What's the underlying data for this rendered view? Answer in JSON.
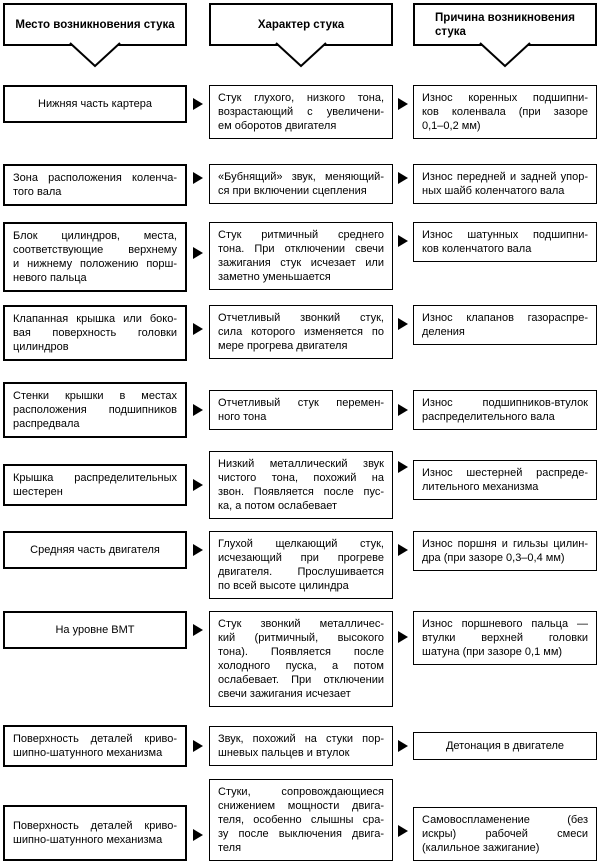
{
  "colors": {
    "border": "#000000",
    "background": "#ffffff",
    "text": "#000000",
    "arrow": "#000000"
  },
  "headers": [
    {
      "lines": [
        "Место возникновения стука"
      ]
    },
    {
      "lines": [
        "Характер стука"
      ]
    },
    {
      "lines": [
        "Причина возникновения",
        "стука"
      ]
    }
  ],
  "rows": [
    {
      "place": [
        "Нижняя часть картера"
      ],
      "character": [
        "Стук глухого, низкого тона,",
        "возрастающий с увеличени-",
        "ем оборотов двигателя"
      ],
      "cause": [
        "Износ коренных подшипни-",
        "ков коленвала (при зазоре",
        "0,1–0,2 мм)"
      ]
    },
    {
      "place": [
        "Зона расположения коленча-",
        "того вала"
      ],
      "character": [
        "«Бубнящий» звук, меняющий-",
        "ся при включении сцепления"
      ],
      "cause": [
        "Износ передней и задней упор-",
        "ных шайб коленчатого вала"
      ]
    },
    {
      "place": [
        "Блок цилиндров, места,",
        "соответствующие верхнему",
        "и нижнему положению порш-",
        "невого пальца"
      ],
      "character": [
        "Стук ритмичный среднего",
        "тона. При отключении свечи",
        "зажигания стук исчезает или",
        "заметно уменьшается"
      ],
      "cause": [
        "Износ шатунных подшипни-",
        "ков коленчатого вала"
      ]
    },
    {
      "place": [
        "Клапанная крышка или боко-",
        "вая поверхность головки",
        "цилиндров"
      ],
      "character": [
        "Отчетливый звонкий стук,",
        "сила которого изменяется по",
        "мере прогрева двигателя"
      ],
      "cause": [
        "Износ клапанов газораспре-",
        "деления"
      ]
    },
    {
      "place": [
        "Стенки крышки в местах",
        "расположения подшипников",
        "распредвала"
      ],
      "character": [
        "Отчетливый стук перемен-",
        "ного тона"
      ],
      "cause": [
        "Износ подшипников-втулок",
        "распределительного вала"
      ]
    },
    {
      "place": [
        "Крышка распределительных",
        "шестерен"
      ],
      "character": [
        "Низкий металлический звук",
        "чистого тона, похожий на",
        "звон. Появляется после пус-",
        "ка, а потом ослабевает"
      ],
      "cause": [
        "Износ шестерней распреде-",
        "лительного механизма"
      ]
    },
    {
      "place": [
        "Средняя часть двигателя"
      ],
      "character": [
        "Глухой щелкающий стук,",
        "исчезающий при прогреве",
        "двигателя. Прослушивается",
        "по всей высоте цилиндра"
      ],
      "cause": [
        "Износ поршня и гильзы цилин-",
        "дра (при зазоре 0,3–0,4 мм)"
      ]
    },
    {
      "place": [
        "На уровне ВМТ"
      ],
      "character": [
        "Стук звонкий металличес-",
        "кий (ритмичный, высокого",
        "тона). Появляется после",
        "холодного пуска, а потом",
        "ослабевает. При отключении",
        "свечи зажигания исчезает"
      ],
      "cause": [
        "Износ поршневого пальца —",
        "втулки верхней головки",
        "шатуна (при зазоре 0,1 мм)"
      ]
    },
    {
      "place": [
        "Поверхность деталей криво-",
        "шипно-шатунного механизма"
      ],
      "character": [
        "Звук, похожий на стуки пор-",
        "шневых пальцев и втулок"
      ],
      "cause": [
        "Детонация в двигателе"
      ]
    },
    {
      "place": [
        "Поверхность деталей криво-",
        "шипно-шатунного механизма"
      ],
      "character": [
        "Стуки, сопровождающиеся",
        "снижением мощности двига-",
        "теля, особенно слышны сра-",
        "зу после выключения двига-",
        "теля"
      ],
      "cause": [
        "Самовоспламенение (без",
        "искры) рабочей смеси",
        "(калильное зажигание)"
      ]
    }
  ]
}
